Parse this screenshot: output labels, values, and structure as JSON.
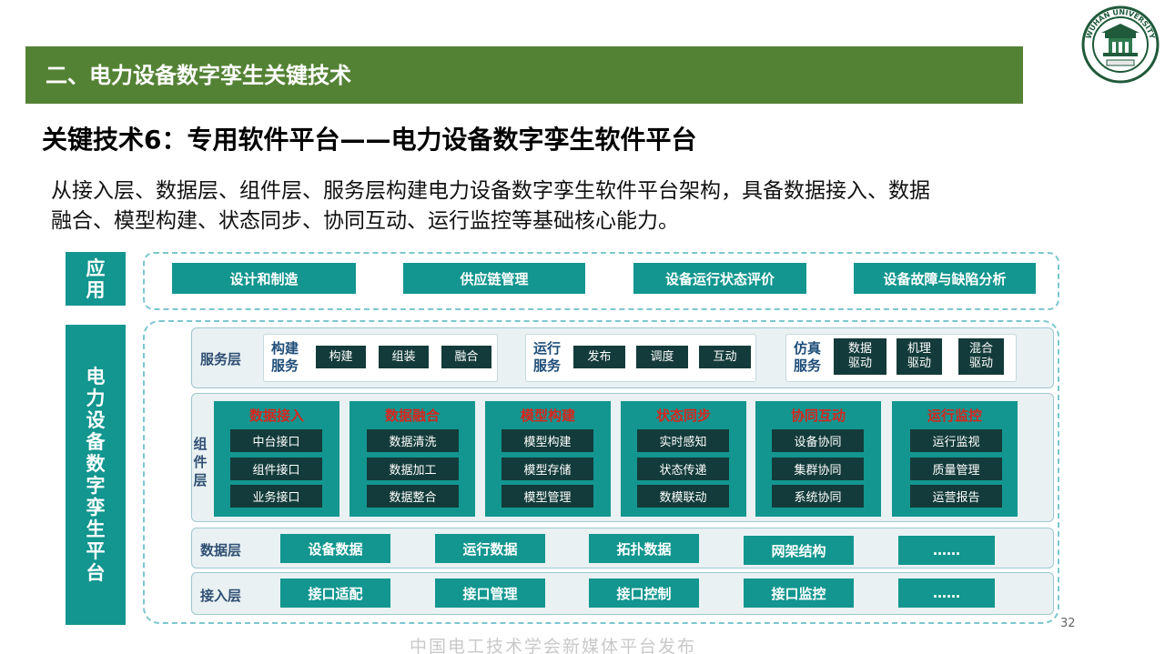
{
  "header": {
    "section_title": "二、电力设备数字孪生关键技术",
    "colors": {
      "bar": "#548235",
      "accent": "#12968f",
      "dark_button": "#143b3b",
      "component_title": "#d7261e"
    }
  },
  "logo": {
    "text": "WUHAN UNIVERSITY",
    "icon": "university-seal-icon"
  },
  "main_title": "关键技术6：专用软件平台——电力设备数字孪生软件平台",
  "description": {
    "line1": "从接入层、数据层、组件层、服务层构建电力设备数字孪生软件平台架构，具备数据接入、数据",
    "line2": "融合、模型构建、状态同步、协同互动、运行监控等基础核心能力。"
  },
  "diagram": {
    "app_label": [
      "应",
      "用"
    ],
    "platform_label": [
      "电",
      "力",
      "设",
      "备",
      "数",
      "字",
      "孪",
      "生",
      "平",
      "台"
    ],
    "apps": [
      "设计和制造",
      "供应链管理",
      "设备运行状态评价",
      "设备故障与缺陷分析"
    ],
    "service_layer": {
      "label": "服务层",
      "groups": [
        {
          "title": "构建\n服务",
          "items": [
            "构建",
            "组装",
            "融合"
          ]
        },
        {
          "title": "运行\n服务",
          "items": [
            "发布",
            "调度",
            "互动"
          ]
        },
        {
          "title": "仿真\n服务",
          "items": [
            "数据\n驱动",
            "机理\n驱动",
            "混合\n驱动"
          ]
        }
      ]
    },
    "component_layer": {
      "label": "组\n件\n层",
      "groups": [
        {
          "title": "数据接入",
          "items": [
            "中台接口",
            "组件接口",
            "业务接口"
          ]
        },
        {
          "title": "数据融合",
          "items": [
            "数据清洗",
            "数据加工",
            "数据整合"
          ]
        },
        {
          "title": "模型构建",
          "items": [
            "模型构建",
            "模型存储",
            "模型管理"
          ]
        },
        {
          "title": "状态同步",
          "items": [
            "实时感知",
            "状态传递",
            "数模联动"
          ]
        },
        {
          "title": "协同互动",
          "items": [
            "设备协同",
            "集群协同",
            "系统协同"
          ]
        },
        {
          "title": "运行监控",
          "items": [
            "运行监视",
            "质量管理",
            "运营报告"
          ]
        }
      ]
    },
    "data_layer": {
      "label": "数据层",
      "items": [
        "设备数据",
        "运行数据",
        "拓扑数据",
        "网架结构",
        "……"
      ]
    },
    "access_layer": {
      "label": "接入层",
      "items": [
        "接口适配",
        "接口管理",
        "接口控制",
        "接口监控",
        "……"
      ]
    }
  },
  "page_number": "32",
  "watermark": "中国电工技术学会新媒体平台发布"
}
